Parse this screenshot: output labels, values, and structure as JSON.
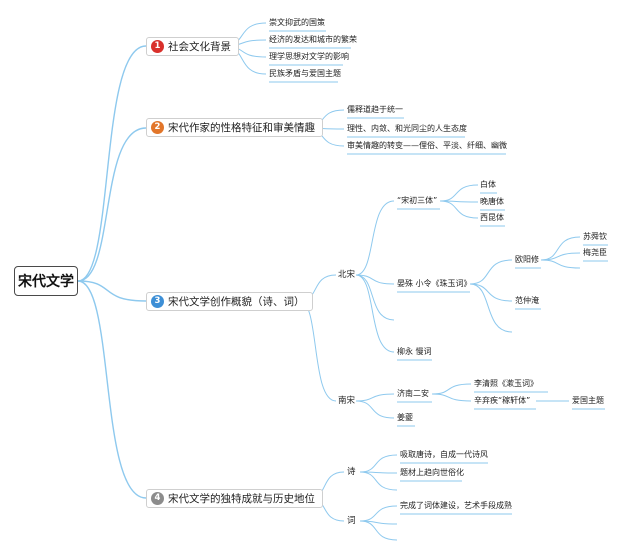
{
  "root": "宋代文学",
  "colors": {
    "line": "#8ec9ee",
    "badge1": "#d9302b",
    "badge2": "#e2762a",
    "badge3": "#3d8fd6",
    "badge4": "#8c8c8c"
  },
  "topics": [
    {
      "num": "1",
      "label": "社会文化背景",
      "children": [
        "崇文抑武的国策",
        "经济的发达和城市的繁荣",
        "理学思想对文学的影响",
        "民族矛盾与爱国主题"
      ]
    },
    {
      "num": "2",
      "label": "宋代作家的性格特征和审美情趣",
      "children": [
        "儒释道趋于统一",
        "理性、内敛、和光同尘的人生态度",
        "审美情趣的转变——俚俗、平淡、纤细、幽微"
      ]
    },
    {
      "num": "3",
      "label": "宋代文学创作概貌（诗、词）",
      "north": {
        "label": "北宋",
        "song_chu": {
          "label": "“宋初三体”",
          "children": [
            "白体",
            "晚唐体",
            "西昆体"
          ]
        },
        "yan_shu": "晏殊 小令《珠玉词》",
        "ouyang": {
          "label": "欧阳修",
          "children": [
            "苏舜钦",
            "梅尧臣"
          ]
        },
        "fan": "范仲淹",
        "liu": "柳永 慢词"
      },
      "south": {
        "label": "南宋",
        "jinan": "济南二安",
        "li": "李清照《漱玉词》",
        "xin": "辛弃疾“稼轩体”",
        "xin_theme": "爱国主题",
        "jiang": "姜夔"
      }
    },
    {
      "num": "4",
      "label": "宋代文学的独特成就与历史地位",
      "shi": {
        "label": "诗",
        "children": [
          "吸取唐诗，自成一代诗风",
          "题材上趋向世俗化"
        ]
      },
      "ci": {
        "label": "词",
        "children": [
          "完成了词体建设，艺术手段成熟"
        ]
      }
    }
  ]
}
